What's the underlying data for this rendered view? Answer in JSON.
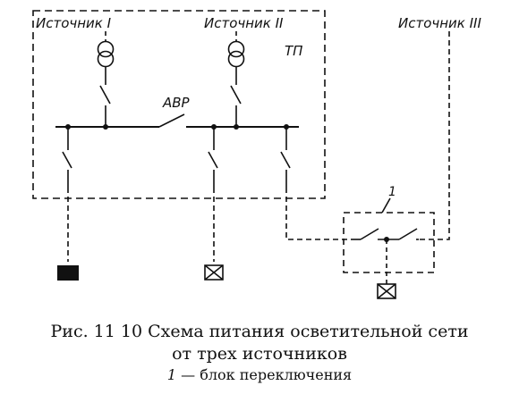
{
  "labels": {
    "source1": "Источник I",
    "source2": "Источник II",
    "source3": "Источник III",
    "substation": "ТП",
    "avr": "АВР",
    "block_number": "1"
  },
  "caption": {
    "line1": "Рис. 11 10  Схема питания осветительной сети",
    "line2": "от трех источников",
    "line3_num": "1",
    "line3_text": " — блок переключения"
  }
}
